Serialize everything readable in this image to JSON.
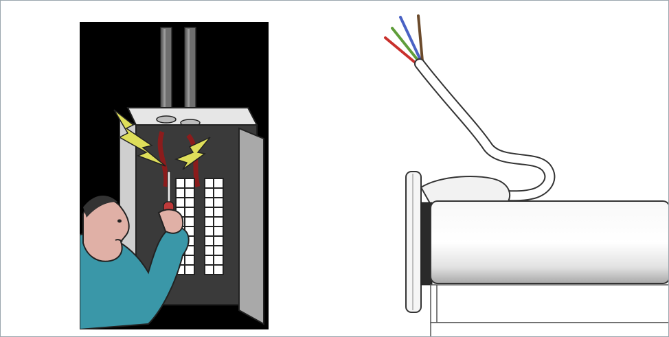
{
  "illustrations": [
    {
      "name": "electrician-breaker-panel",
      "icon": "electrician-shock-illustration"
    },
    {
      "name": "tubular-motor-with-cable",
      "icon": "roller-motor-cable-illustration"
    }
  ],
  "colors": {
    "border": "#9aa6ad",
    "background_panel": "#000000",
    "box_face": "#d4d4d4",
    "box_side": "#a9a9a9",
    "conduit": "#6f6f6f",
    "lightning": "#dede5a",
    "shirt": "#3a97a8",
    "skin": "#e0b0a6",
    "wire_red": "#c9302c",
    "wire_green": "#5f9d3a",
    "wire_blue": "#4a62c4",
    "wire_brown": "#6b4a2b"
  }
}
